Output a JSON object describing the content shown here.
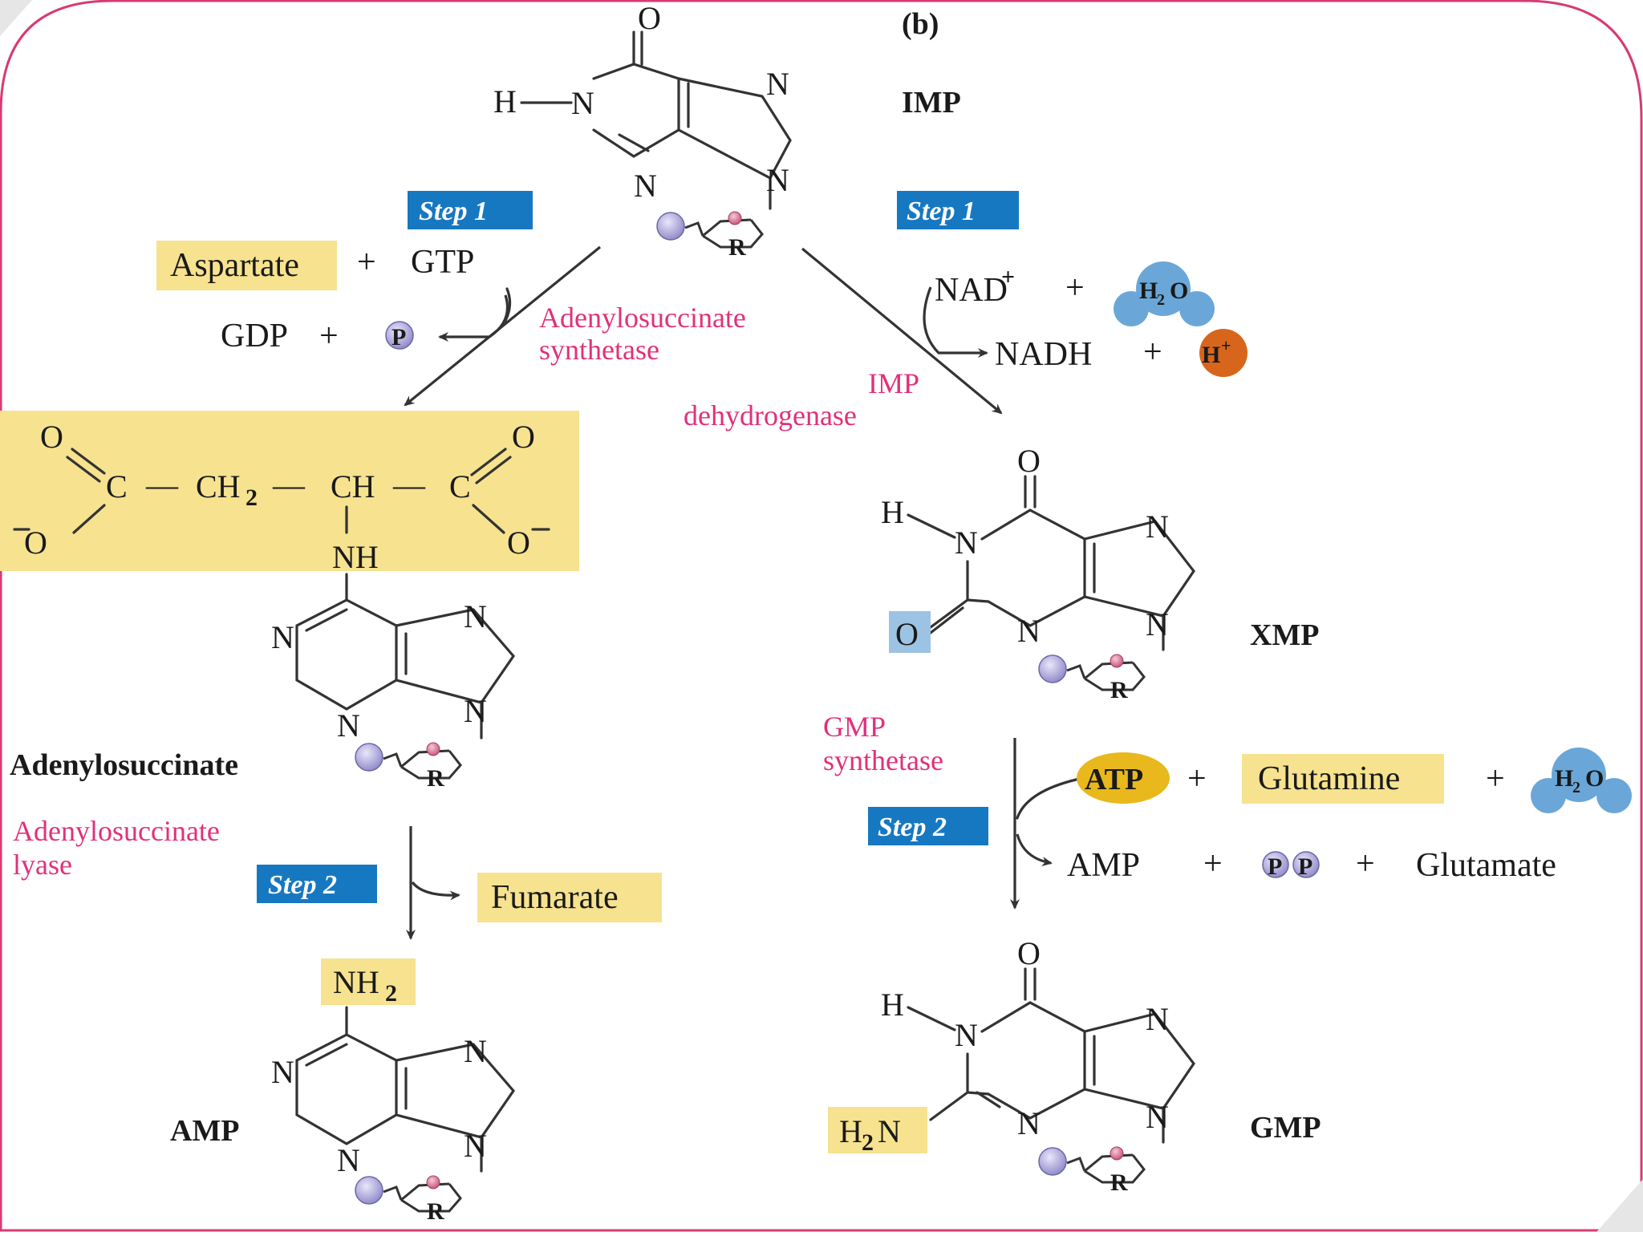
{
  "panel_label": "(b)",
  "colors": {
    "enzyme": "#e0317a",
    "step_box": "#1778c2",
    "highlight_yellow": "#f6e28f",
    "water_blue": "#6aa7d8",
    "phosphate_purple": "#8c86c6",
    "proton_orange": "#d7661c",
    "border_pink": "#d73a74"
  },
  "imp": {
    "name": "IMP",
    "atoms": {
      "o": "O",
      "h": "H",
      "n1": "N",
      "n3": "N",
      "n7": "N",
      "n9": "N",
      "r": "R"
    }
  },
  "left": {
    "step1": "Step 1",
    "reactant_1": "Aspartate",
    "plus_1": "+",
    "reactant_2": "GTP",
    "product_1": "GDP",
    "plus_2": "+",
    "phosphate": "P",
    "enzyme_line1": "Adenylosuccinate",
    "enzyme_line2": "synthetase",
    "aspartyl": {
      "o_top_left": "O",
      "c_left": "C",
      "dash1": "—",
      "ch2": "CH",
      "ch2_sub": "2",
      "dash2": "—",
      "ch": "CH",
      "dash3": "—",
      "c_right": "C",
      "o_top_right": "O",
      "o_minus_left": "O",
      "o_minus_right": "O",
      "nh": "NH"
    },
    "adenylosuccinate": {
      "name": "Adenylosuccinate",
      "n_a": "N",
      "n_b": "N",
      "n_c": "N",
      "n_d": "N",
      "r": "R"
    },
    "enzyme2_line1": "Adenylosuccinate",
    "enzyme2_line2": "lyase",
    "step2": "Step 2",
    "byproduct": "Fumarate",
    "amp": {
      "name": "AMP",
      "nh2": "NH",
      "nh2_sub": "2",
      "n_a": "N",
      "n_b": "N",
      "n_c": "N",
      "n_d": "N",
      "r": "R"
    }
  },
  "right": {
    "step1": "Step 1",
    "reactant_1": "NAD",
    "reactant_1_sup": "+",
    "plus_1": "+",
    "water": "H",
    "water_sub": "2",
    "water_o": "O",
    "product_1": "NADH",
    "plus_2": "+",
    "proton": "H",
    "proton_sup": "+",
    "enzyme_line1": "IMP",
    "enzyme_line2": "dehydrogenase",
    "xmp": {
      "name": "XMP",
      "o_top": "O",
      "h": "H",
      "n1": "N",
      "o2": "O",
      "n3": "N",
      "n7": "N",
      "n9": "N",
      "r": "R"
    },
    "enzyme2_line1": "GMP",
    "enzyme2_line2": "synthetase",
    "step2": "Step 2",
    "atp": "ATP",
    "plus_3": "+",
    "glutamine": "Glutamine",
    "plus_4": "+",
    "water2": "H",
    "water2_sub": "2",
    "water2_o": "O",
    "product_2": "AMP",
    "plus_5": "+",
    "pp_1": "P",
    "pp_2": "P",
    "plus_6": "+",
    "glutamate": "Glutamate",
    "gmp": {
      "name": "GMP",
      "o_top": "O",
      "h": "H",
      "n1": "N",
      "h2n": "H",
      "h2n_sub": "2",
      "h2n_n": "N",
      "n3": "N",
      "n7": "N",
      "n9": "N",
      "r": "R"
    }
  }
}
